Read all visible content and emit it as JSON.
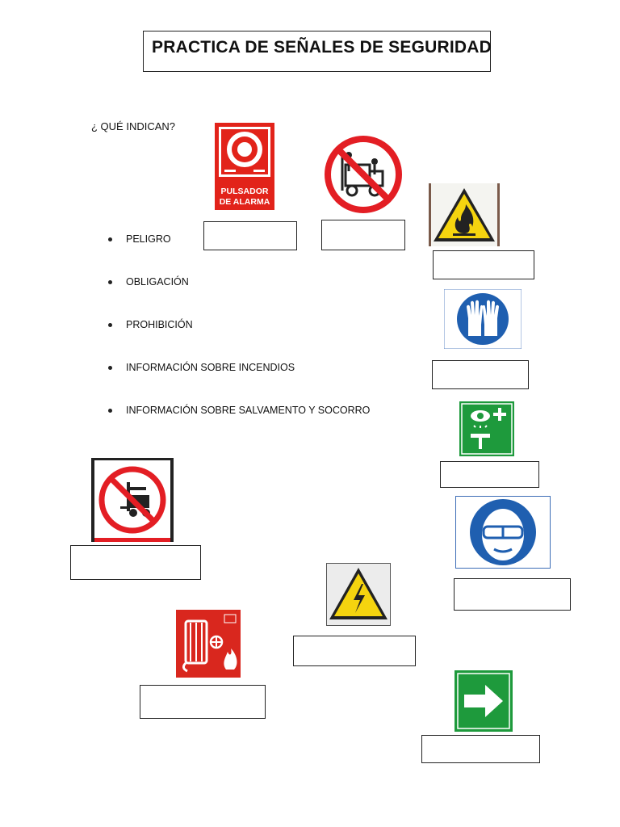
{
  "title": "PRACTICA DE SEÑALES DE SEGURIDAD",
  "question": "¿ QUÉ INDICAN?",
  "categories": [
    "PELIGRO",
    "OBLIGACIÓN",
    "PROHIBICIÓN",
    "INFORMACIÓN SOBRE INCENDIOS",
    "INFORMACIÓN SOBRE SALVAMENTO Y SOCORRO"
  ],
  "alarm_sign": {
    "line1": "PULSADOR",
    "line2": "DE ALARMA"
  },
  "answers": [
    "",
    "",
    "",
    "",
    "",
    "",
    "",
    "",
    "",
    "",
    ""
  ],
  "colors": {
    "fire_red": "#e2231a",
    "prohibition_red": "#e31e24",
    "mandatory_blue": "#1f5fb0",
    "warning_yellow": "#f5d40f",
    "safety_green": "#1e9a3c"
  },
  "icons": [
    "alarm-pushbutton-sign",
    "no-riding-on-forklift-sign",
    "flammable-warning-sign",
    "gloves-mandatory-sign",
    "eyewash-station-sign",
    "no-forklifts-sign",
    "eye-protection-mandatory-sign",
    "electrical-hazard-sign",
    "fire-hose-reel-sign",
    "exit-arrow-sign"
  ]
}
